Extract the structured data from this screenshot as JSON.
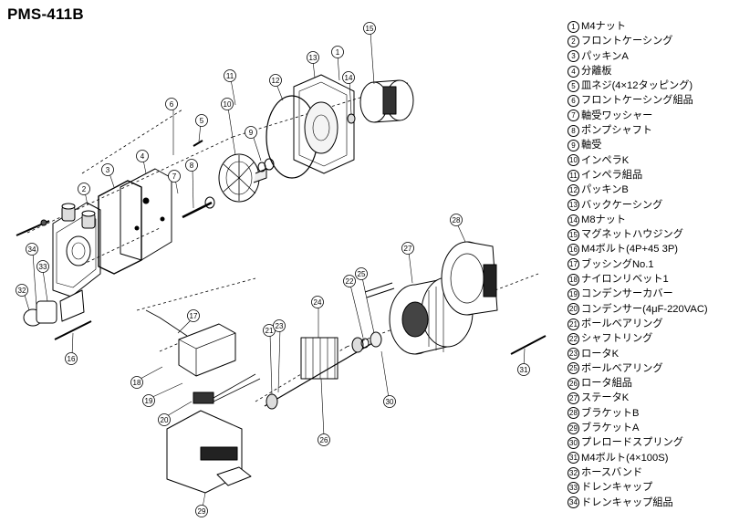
{
  "title": "PMS-411B",
  "parts": [
    {
      "no": "1",
      "name": "M4ナット"
    },
    {
      "no": "2",
      "name": "フロントケーシング"
    },
    {
      "no": "3",
      "name": "パッキンA"
    },
    {
      "no": "4",
      "name": "分離板"
    },
    {
      "no": "5",
      "name": "皿ネジ(4×12タッピング)"
    },
    {
      "no": "6",
      "name": "フロントケーシング組品"
    },
    {
      "no": "7",
      "name": "軸受ワッシャー"
    },
    {
      "no": "8",
      "name": "ポンプシャフト"
    },
    {
      "no": "9",
      "name": "軸受"
    },
    {
      "no": "10",
      "name": "インペラK"
    },
    {
      "no": "11",
      "name": "インペラ組品"
    },
    {
      "no": "12",
      "name": "パッキンB"
    },
    {
      "no": "13",
      "name": "バックケーシング"
    },
    {
      "no": "14",
      "name": "M8ナット"
    },
    {
      "no": "15",
      "name": "マグネットハウジング"
    },
    {
      "no": "16",
      "name": "M4ボルト(4P+45 3P)"
    },
    {
      "no": "17",
      "name": "ブッシングNo.1"
    },
    {
      "no": "18",
      "name": "ナイロンリベット1"
    },
    {
      "no": "19",
      "name": "コンデンサーカバー"
    },
    {
      "no": "20",
      "name": "コンデンサー(4μF-220VAC)"
    },
    {
      "no": "21",
      "name": "ボールベアリング"
    },
    {
      "no": "22",
      "name": "シャフトリング"
    },
    {
      "no": "23",
      "name": "ロータK"
    },
    {
      "no": "25",
      "name": "ボールベアリング"
    },
    {
      "no": "26",
      "name": "ロータ組品"
    },
    {
      "no": "27",
      "name": "ステータK"
    },
    {
      "no": "28",
      "name": "ブラケットB"
    },
    {
      "no": "29",
      "name": "ブラケットA"
    },
    {
      "no": "30",
      "name": "プレロードスプリング"
    },
    {
      "no": "31",
      "name": "M4ボルト(4×100S)"
    },
    {
      "no": "32",
      "name": "ホースバンド"
    },
    {
      "no": "33",
      "name": "ドレンキャップ"
    },
    {
      "no": "34",
      "name": "ドレンキャップ組品"
    }
  ],
  "callouts": [
    "1",
    "2",
    "3",
    "4",
    "5",
    "6",
    "7",
    "8",
    "9",
    "10",
    "11",
    "12",
    "13",
    "14",
    "15",
    "16",
    "17",
    "18",
    "19",
    "20",
    "21",
    "22",
    "23",
    "24",
    "25",
    "26",
    "27",
    "28",
    "29",
    "30",
    "31",
    "32",
    "33",
    "34"
  ]
}
